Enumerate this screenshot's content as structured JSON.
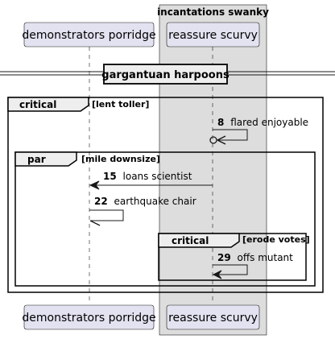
{
  "box": {
    "title": "incantations swanky"
  },
  "participants": {
    "p1": "demonstrators porridge",
    "p2": "reassure scurvy"
  },
  "divider": {
    "label": "gargantuan harpoons"
  },
  "fragments": {
    "outer": {
      "keyword": "critical",
      "guard": "[lent toller]"
    },
    "par": {
      "keyword": "par",
      "guard": "[mile downsize]"
    },
    "inner": {
      "keyword": "critical",
      "guard": "[erode votes]"
    }
  },
  "messages": [
    {
      "number": "8",
      "text": "flared enjoyable"
    },
    {
      "number": "15",
      "text": "loans scientist"
    },
    {
      "number": "22",
      "text": "earthquake chair"
    },
    {
      "number": "29",
      "text": "offs mutant"
    }
  ],
  "colors": {
    "participant_fill": "#e2e2f0",
    "participant_stroke": "#181818",
    "box_fill": "#dddddd",
    "line": "#181818"
  }
}
